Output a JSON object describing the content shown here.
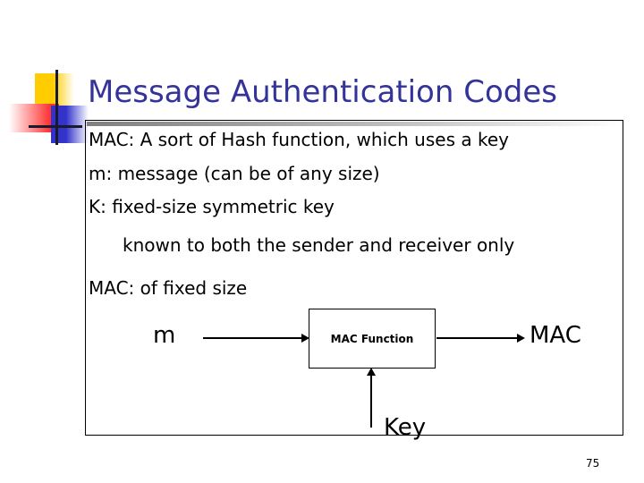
{
  "slide": {
    "title": "Message Authentication Codes",
    "title_color": "#333399",
    "page_number": "75",
    "body_lines": [
      "MAC: A sort of Hash function, which uses a key",
      "m: message (can be of any size)",
      "K: fixed-size symmetric key",
      "known to both the sender and receiver only",
      "MAC: of fixed size"
    ],
    "diagram": {
      "input_label": "m",
      "process_label": "MAC Function",
      "output_label": "MAC",
      "key_label": "Key",
      "arrow_input_icon": "arrow-right-icon",
      "arrow_output_icon": "arrow-right-icon",
      "arrow_key_icon": "arrow-up-icon"
    },
    "decoration": {
      "name": "powerpoint-design-logo",
      "yellow": "#FFCC00",
      "red": "#FF3333",
      "blue": "#3333CC",
      "line": "#1A1A2E"
    }
  }
}
